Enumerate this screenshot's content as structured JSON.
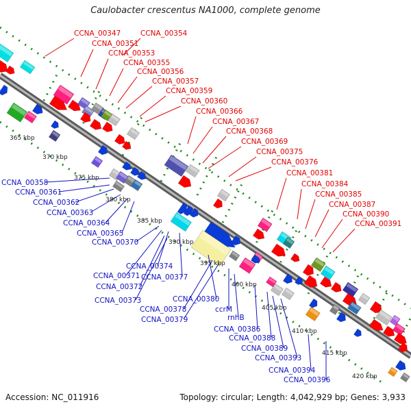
{
  "title": "Caulobacter crescentus NA1000, complete genome",
  "footer": {
    "accession": "Accession: NC_011916",
    "topology": "Topology: circular; Length: 4,042,929 bp; Genes: 3,933"
  },
  "colors": {
    "backbone": "#888888",
    "tick": "#1a8a1a",
    "label_top": "#e00000",
    "label_bottom": "#1010c0"
  },
  "scale_ticks": [
    "365 kbp",
    "370 kbp",
    "375 kbp",
    "380 kbp",
    "385 kbp",
    "390 kbp",
    "395 kbp",
    "400 kbp",
    "405 kbp",
    "410 kbp",
    "415 kbp",
    "420 kbp"
  ],
  "labels_top": [
    "CCNA_00347",
    "CCNA_00351",
    "CCNA_00353",
    "CCNA_00355",
    "CCNA_00356",
    "CCNA_00357",
    "CCNA_00359",
    "CCNA_00360",
    "CCNA_00366",
    "CCNA_00367",
    "CCNA_00368",
    "CCNA_00369",
    "CCNA_00375",
    "CCNA_00376",
    "CCNA_00381",
    "CCNA_00384",
    "CCNA_00385",
    "CCNA_00387",
    "CCNA_00390",
    "CCNA_00391",
    "CCNA_00354"
  ],
  "labels_bottom": [
    "CCNA_00358",
    "CCNA_00361",
    "CCNA_00362",
    "CCNA_00363",
    "CCNA_00364",
    "CCNA_00365",
    "CCNA_00370",
    "CCNA_00374",
    "CCNA_00371",
    "CCNA_00377",
    "CCNA_00372",
    "CCNA_00373",
    "CCNA_00380",
    "CCNA_00378",
    "CCNA_00379",
    "ccrM",
    "rnhB",
    "CCNA_00386",
    "CCNA_00388",
    "CCNA_00389",
    "CCNA_00393",
    "CCNA_00394",
    "CCNA_00396"
  ]
}
